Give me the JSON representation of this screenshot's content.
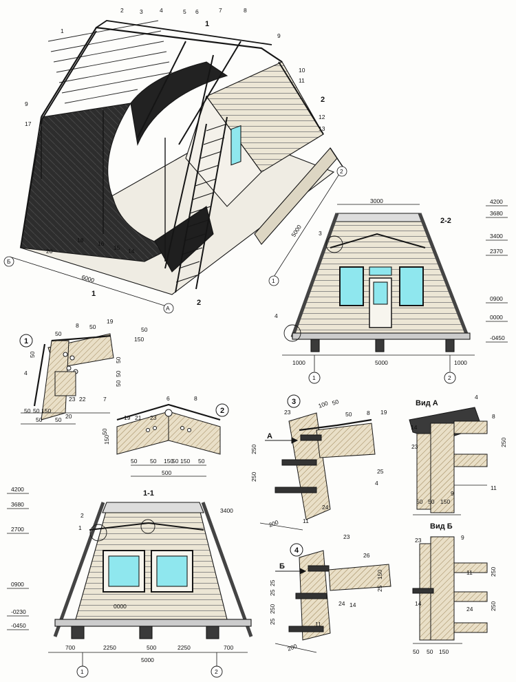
{
  "colors": {
    "ink": "#151515",
    "wood": "#c9b48a",
    "woodDark": "#8a6f45",
    "roof": "#2b2b2b",
    "glass": "#8fe7ee",
    "paper": "#fdfdfb",
    "concrete": "#3a3a3a"
  },
  "iso": {
    "title1": "1",
    "title2": "2",
    "axisA": "А",
    "axisB": "Б",
    "axis1": "1",
    "axis2": "2",
    "dim6000": "6000",
    "dim5000": "5000",
    "callouts": [
      "1",
      "2",
      "3",
      "4",
      "5",
      "6",
      "7",
      "8",
      "9",
      "10",
      "11",
      "12",
      "13",
      "9",
      "17",
      "20",
      "18",
      "16",
      "15",
      "14"
    ]
  },
  "s22": {
    "title": "2-2",
    "dimTop": "3000",
    "dimBottom": "5000",
    "dimL": "1000",
    "dimR": "1000",
    "axis1": "1",
    "axis2": "2",
    "c3": "3",
    "c4": "4",
    "elevations": [
      "4200",
      "3680",
      "3400",
      "2370",
      "0900",
      "0000",
      "-0450"
    ]
  },
  "s11": {
    "title": "1-1",
    "c1": "1",
    "c2": "2",
    "level3400": "3400",
    "level0000": "0000",
    "dims": [
      "700",
      "2250",
      "500",
      "2250",
      "700"
    ],
    "total": "5000",
    "axis1": "1",
    "axis2": "2",
    "elevations": [
      "4200",
      "3680",
      "2700",
      "0900",
      "-0230",
      "-0450"
    ]
  },
  "d1": {
    "num": "1",
    "callouts": [
      "8",
      "19",
      "4",
      "23",
      "22",
      "7",
      "20"
    ],
    "dims": [
      "50",
      "50",
      "50",
      "150",
      "50",
      "50",
      "50",
      "50",
      "50",
      "50",
      "150",
      "50",
      "50"
    ]
  },
  "d2": {
    "num": "2",
    "callouts": [
      "19",
      "21",
      "23",
      "6",
      "8"
    ],
    "dims": [
      "50",
      "150",
      "50",
      "50",
      "150",
      "50",
      "150",
      "50",
      "500"
    ]
  },
  "d3": {
    "num": "3",
    "arrow": "А",
    "callouts": [
      "23",
      "8",
      "19",
      "25",
      "4",
      "24",
      "11"
    ],
    "dims": [
      "100",
      "50",
      "50",
      "250",
      "250",
      "200"
    ]
  },
  "d4": {
    "num": "4",
    "arrow": "Б",
    "callouts": [
      "23",
      "26",
      "14",
      "24",
      "11"
    ],
    "dims": [
      "25",
      "25",
      "250",
      "25",
      "150",
      "25",
      "200"
    ]
  },
  "vidA": {
    "title": "Вид А",
    "callouts": [
      "4",
      "8",
      "14",
      "23",
      "9",
      "11"
    ],
    "dims": [
      "250",
      "50",
      "50",
      "150"
    ]
  },
  "vidB": {
    "title": "Вид Б",
    "callouts": [
      "23",
      "9",
      "11",
      "14",
      "24"
    ],
    "dims": [
      "250",
      "250",
      "50",
      "50",
      "150"
    ]
  }
}
